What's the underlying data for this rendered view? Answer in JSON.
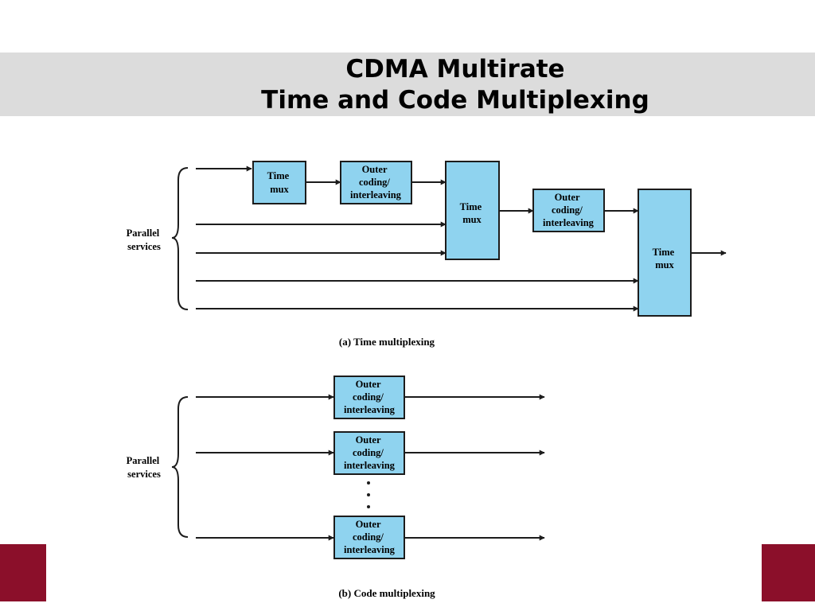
{
  "slide": {
    "title_line1": "CDMA Multirate",
    "title_line2": "Time and Code Multiplexing"
  },
  "colors": {
    "box_fill": "#8fd3ef",
    "title_band": "#dcdcdc",
    "accent": "#8b0f2a"
  },
  "diagram_a": {
    "group_label": [
      "Parallel",
      "services"
    ],
    "box_time_mux_1": [
      "Time",
      "mux"
    ],
    "box_outer_1": [
      "Outer",
      "coding/",
      "interleaving"
    ],
    "box_time_mux_2": [
      "Time",
      "mux"
    ],
    "box_outer_2": [
      "Outer",
      "coding/",
      "interleaving"
    ],
    "box_time_mux_3": [
      "Time",
      "mux"
    ],
    "caption": "(a) Time multiplexing"
  },
  "diagram_b": {
    "group_label": [
      "Parallel",
      "services"
    ],
    "box_outer_1": [
      "Outer",
      "coding/",
      "interleaving"
    ],
    "box_outer_2": [
      "Outer",
      "coding/",
      "interleaving"
    ],
    "box_outer_3": [
      "Outer",
      "coding/",
      "interleaving"
    ],
    "caption": "(b) Code multiplexing"
  }
}
